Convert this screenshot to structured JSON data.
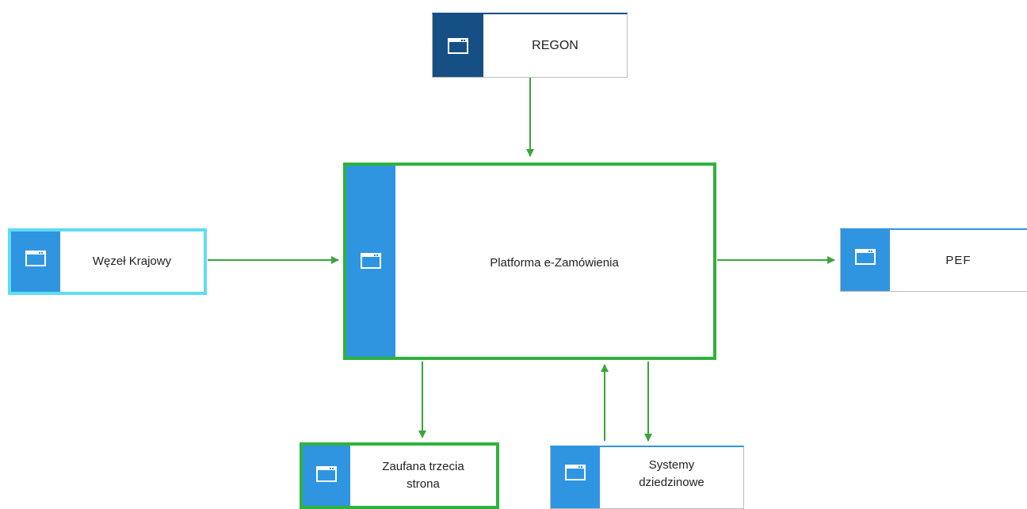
{
  "colors": {
    "blue": "#2f95e0",
    "dark_blue": "#164f84",
    "cyan": "#5fdcf3",
    "green": "#2fb23d",
    "connector": "#3aa638"
  },
  "nodes": {
    "regon": {
      "label": "REGON",
      "icon": "window-icon"
    },
    "platform": {
      "label": "Platforma e-Zamówienia",
      "icon": "window-icon"
    },
    "wezel": {
      "label": "Węzeł Krajowy",
      "icon": "window-icon"
    },
    "pef": {
      "label": "PEF",
      "icon": "window-icon"
    },
    "zaufana": {
      "label": "Zaufana trzecia\nstrona",
      "icon": "window-icon"
    },
    "systemy": {
      "label": "Systemy\ndziedzinowe",
      "icon": "window-icon"
    }
  }
}
